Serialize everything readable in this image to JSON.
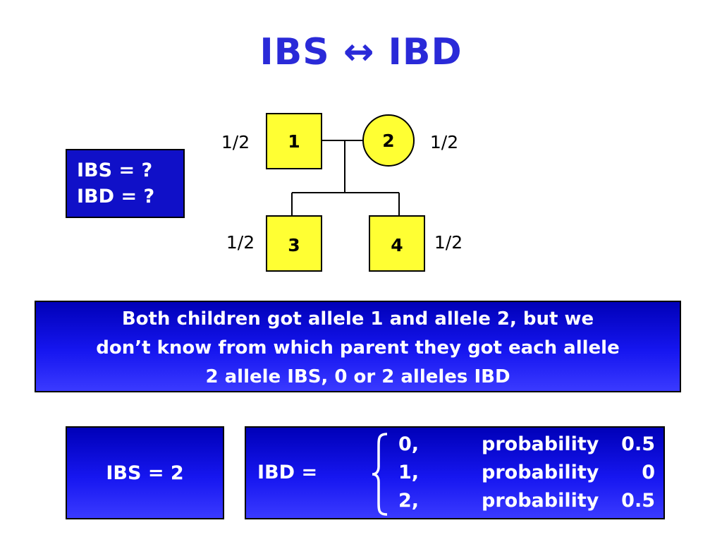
{
  "title": "IBS ↔ IBD",
  "pedigree": {
    "individuals": [
      {
        "id": "1",
        "sex": "male",
        "genotype": "1/2"
      },
      {
        "id": "2",
        "sex": "female",
        "genotype": "1/2"
      },
      {
        "id": "3",
        "sex": "male",
        "genotype": "1/2"
      },
      {
        "id": "4",
        "sex": "male",
        "genotype": "1/2"
      }
    ],
    "fill_color": "#ffff33"
  },
  "question_box": {
    "line1": "IBS = ?",
    "line2": "IBD = ?"
  },
  "explanation": {
    "line1": "Both children got allele 1 and allele 2, but we",
    "line2": "don’t know from which parent they got each allele",
    "line3": "2 allele IBS, 0 or 2 alleles IBD"
  },
  "ibs_result": "IBS = 2",
  "ibd_result": {
    "label": "IBD =",
    "options": [
      {
        "value": "0,",
        "label": "probability",
        "probability": "0.5"
      },
      {
        "value": "1,",
        "label": "probability",
        "probability": "0"
      },
      {
        "value": "2,",
        "label": "probability",
        "probability": "0.5"
      }
    ]
  },
  "colors": {
    "title": "#2a2ad8",
    "box_blue": "#1010c8",
    "symbol_yellow": "#ffff33"
  }
}
